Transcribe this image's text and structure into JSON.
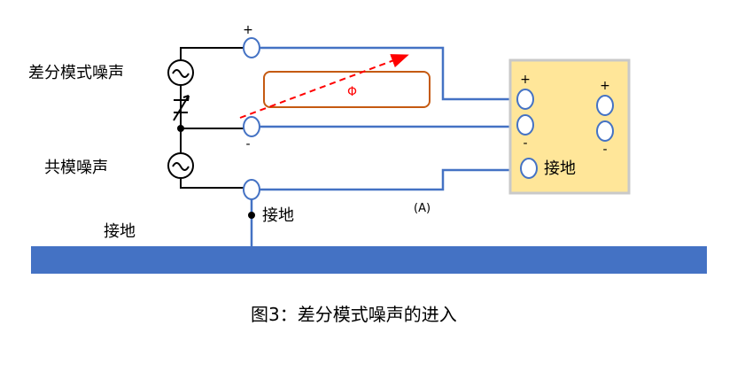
{
  "labels": {
    "diff_noise": "差分模式噪声",
    "common_noise": "共模噪声",
    "ground_main": "接地",
    "ground_node": "接地",
    "ground_instrument": "接地",
    "plus_top": "+",
    "minus_mid": "-",
    "plus_inst_1": "+",
    "minus_inst_1": "-",
    "plus_inst_2": "+",
    "minus_inst_2": "-",
    "phi": "Φ",
    "point_a": "(A)",
    "caption": "图3：差分模式噪声的进入"
  },
  "colors": {
    "wire_blue": "#4472c4",
    "ground_bar": "#4472c4",
    "instrument_fill": "#ffe699",
    "instrument_border": "#c9c9c9",
    "flux_loop": "#c55a11",
    "flux_arrow": "#ff0000",
    "black_wire": "#000000"
  },
  "icons": {
    "ac_source": "ac-source-icon",
    "variable_resistor": "variable-resistor-icon",
    "terminal": "terminal-icon"
  }
}
